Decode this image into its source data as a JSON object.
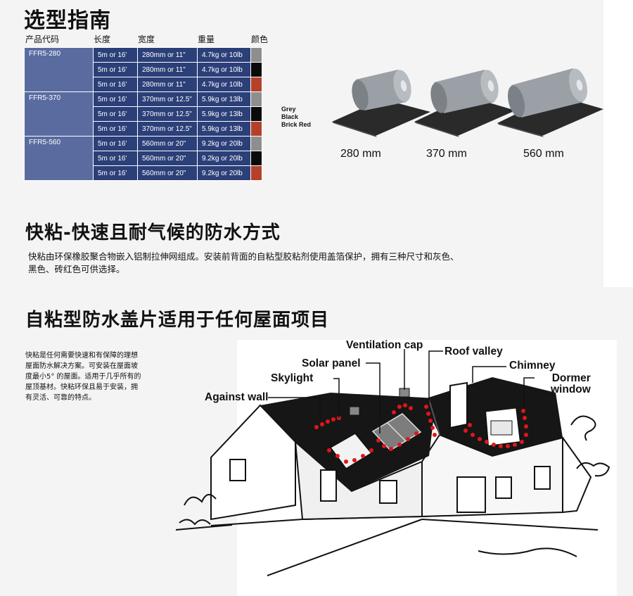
{
  "guide": {
    "title": "选型指南",
    "headers": {
      "code": "产品代码",
      "length": "长度",
      "width": "宽度",
      "weight": "重量",
      "color": "颜色"
    },
    "rows": [
      {
        "code": "FFR5-280",
        "length": "5m or 16'",
        "width": "280mm or 11\"",
        "weight": "4.7kg or 10lb",
        "color": "#8e8e8e"
      },
      {
        "code": "",
        "length": "5m or 16'",
        "width": "280mm or 11\"",
        "weight": "4.7kg or 10lb",
        "color": "#0a0a0a"
      },
      {
        "code": "",
        "length": "5m or 16'",
        "width": "280mm or 11\"",
        "weight": "4.7kg or 10lb",
        "color": "#b5402a"
      },
      {
        "code": "FFR5-370",
        "length": "5m or 16'",
        "width": "370mm or 12.5\"",
        "weight": "5.9kg or 13lb",
        "color": "#8e8e8e"
      },
      {
        "code": "",
        "length": "5m or 16'",
        "width": "370mm or 12.5\"",
        "weight": "5.9kg or 13lb",
        "color": "#0a0a0a"
      },
      {
        "code": "",
        "length": "5m or 16'",
        "width": "370mm or 12.5\"",
        "weight": "5.9kg or 13lb",
        "color": "#b5402a"
      },
      {
        "code": "FFR5-560",
        "length": "5m or 16'",
        "width": "560mm or 20\"",
        "weight": "9.2kg or 20lb",
        "color": "#8e8e8e"
      },
      {
        "code": "",
        "length": "5m or 16'",
        "width": "560mm or 20\"",
        "weight": "9.2kg or 20lb",
        "color": "#0a0a0a"
      },
      {
        "code": "",
        "length": "5m or 16'",
        "width": "560mm or 20\"",
        "weight": "9.2kg or 20lb",
        "color": "#b5402a"
      }
    ],
    "color_legend": [
      "Grey",
      "Black",
      "Brick Red"
    ],
    "roll_sizes": [
      "280 mm",
      "370 mm",
      "560 mm"
    ]
  },
  "intro": {
    "title": "快粘-快速且耐气候的防水方式",
    "body_line1": "快粘由环保橡胶聚合物嵌入铝制拉伸网组成。安装前背面的自粘型胶粘剂使用盖箔保护，拥有三种尺寸和灰色、",
    "body_line2": "黑色、砖红色可供选择。"
  },
  "roof": {
    "title": "自粘型防水盖片适用于任何屋面项目",
    "body_lines": [
      "快粘是任何需要快速和有保障的理想",
      "屋面防水解决方案。可安装在屋面坡",
      "度最小5° 的屋面。适用于几乎所有的",
      "屋顶基材。快粘环保且易于安装，拥",
      "有灵活、可靠的特点。"
    ],
    "callouts": {
      "ventilation_cap": "Ventilation cap",
      "roof_valley": "Roof valley",
      "solar_panel": "Solar panel",
      "chimney": "Chimney",
      "skylight": "Skylight",
      "dormer_line1": "Dormer",
      "dormer_line2": "window",
      "against_wall": "Against wall"
    }
  },
  "colors": {
    "navy": "#2b3f78",
    "code_cell": "#5a6ba0",
    "seal_red": "#e0161b",
    "roof": "#1a1a1a"
  }
}
